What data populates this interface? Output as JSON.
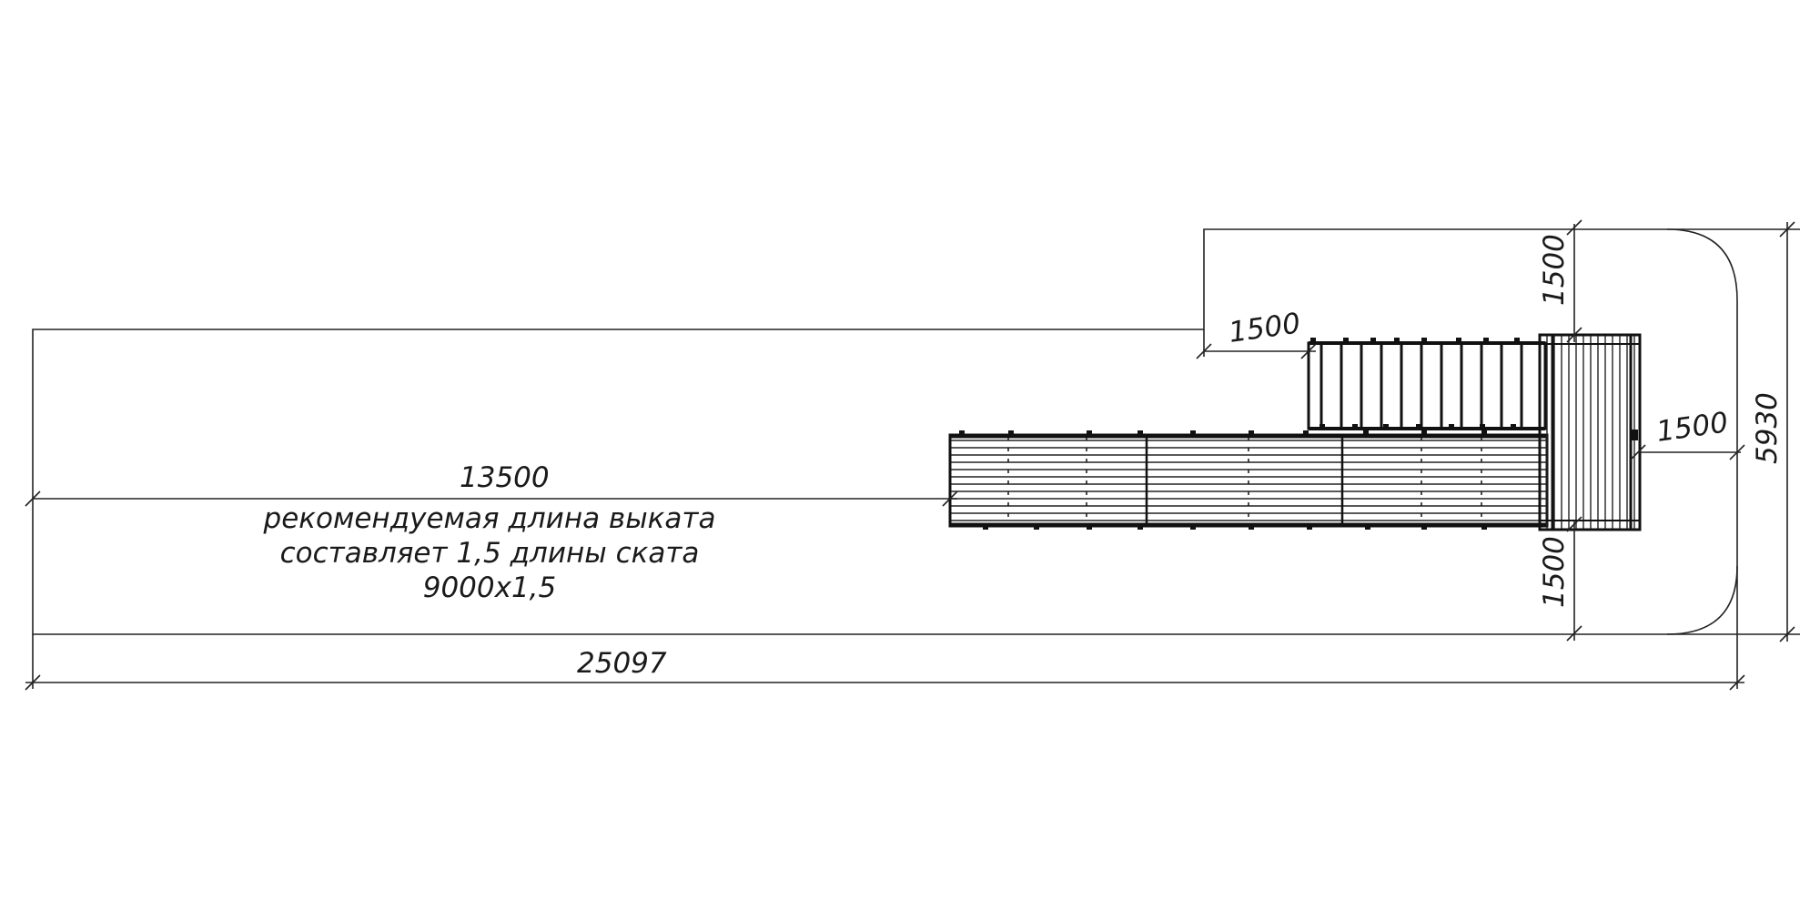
{
  "dimensions": {
    "total_length": "25097",
    "ramp_runout": "13500",
    "top_clearance": "1500",
    "left_clearance": "1500",
    "right_clearance": "1500",
    "bottom_clearance": "1500",
    "total_width": "5930"
  },
  "note": {
    "line1": "рекомендуемая длина выката",
    "line2": "составляет 1,5 длины ската",
    "line3": "9000x1,5"
  }
}
